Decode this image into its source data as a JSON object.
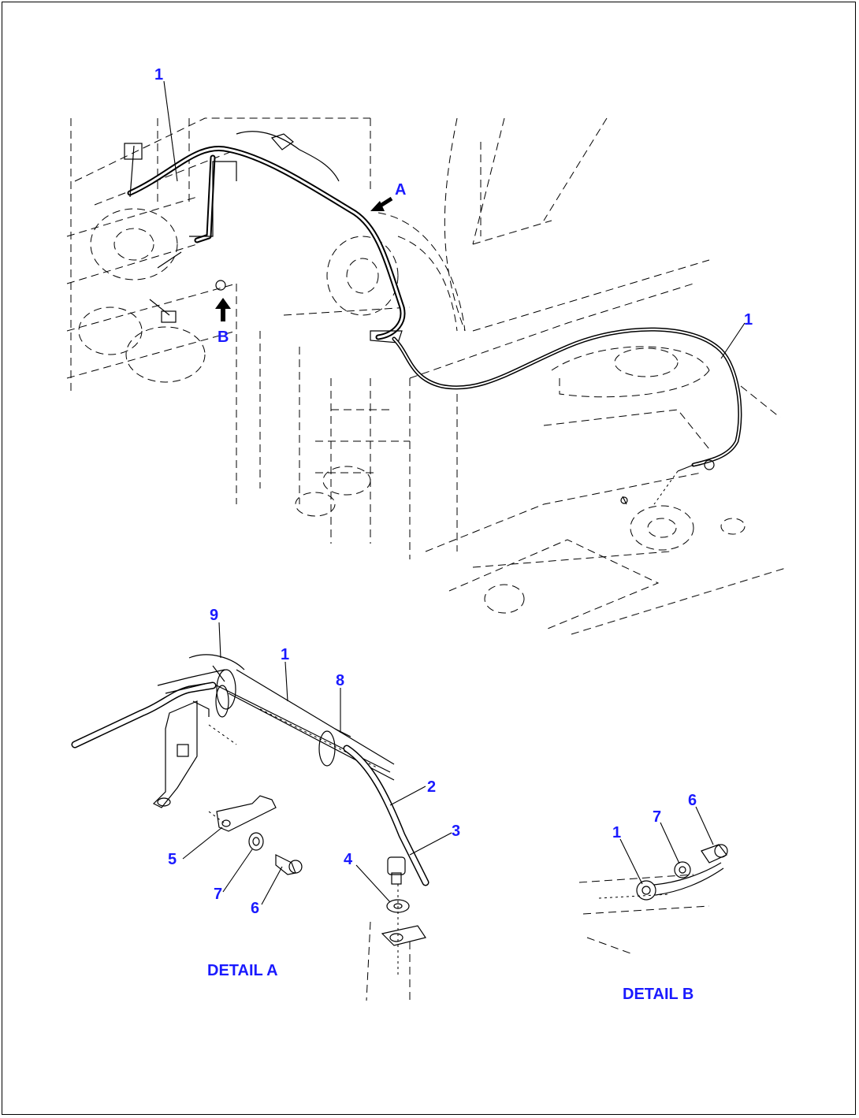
{
  "labels": {
    "main_1a": "1",
    "main_1b": "1",
    "arrow_a": "A",
    "arrow_b": "B",
    "da_1": "1",
    "da_2": "2",
    "da_3": "3",
    "da_4": "4",
    "da_5": "5",
    "da_6": "6",
    "da_7": "7",
    "da_8": "8",
    "da_9": "9",
    "db_1": "1",
    "db_6": "6",
    "db_7": "7"
  },
  "captions": {
    "detail_a": "DETAIL A",
    "detail_b": "DETAIL B"
  },
  "colors": {
    "label": "#1a1aff",
    "line": "#000000",
    "background": "#ffffff"
  }
}
